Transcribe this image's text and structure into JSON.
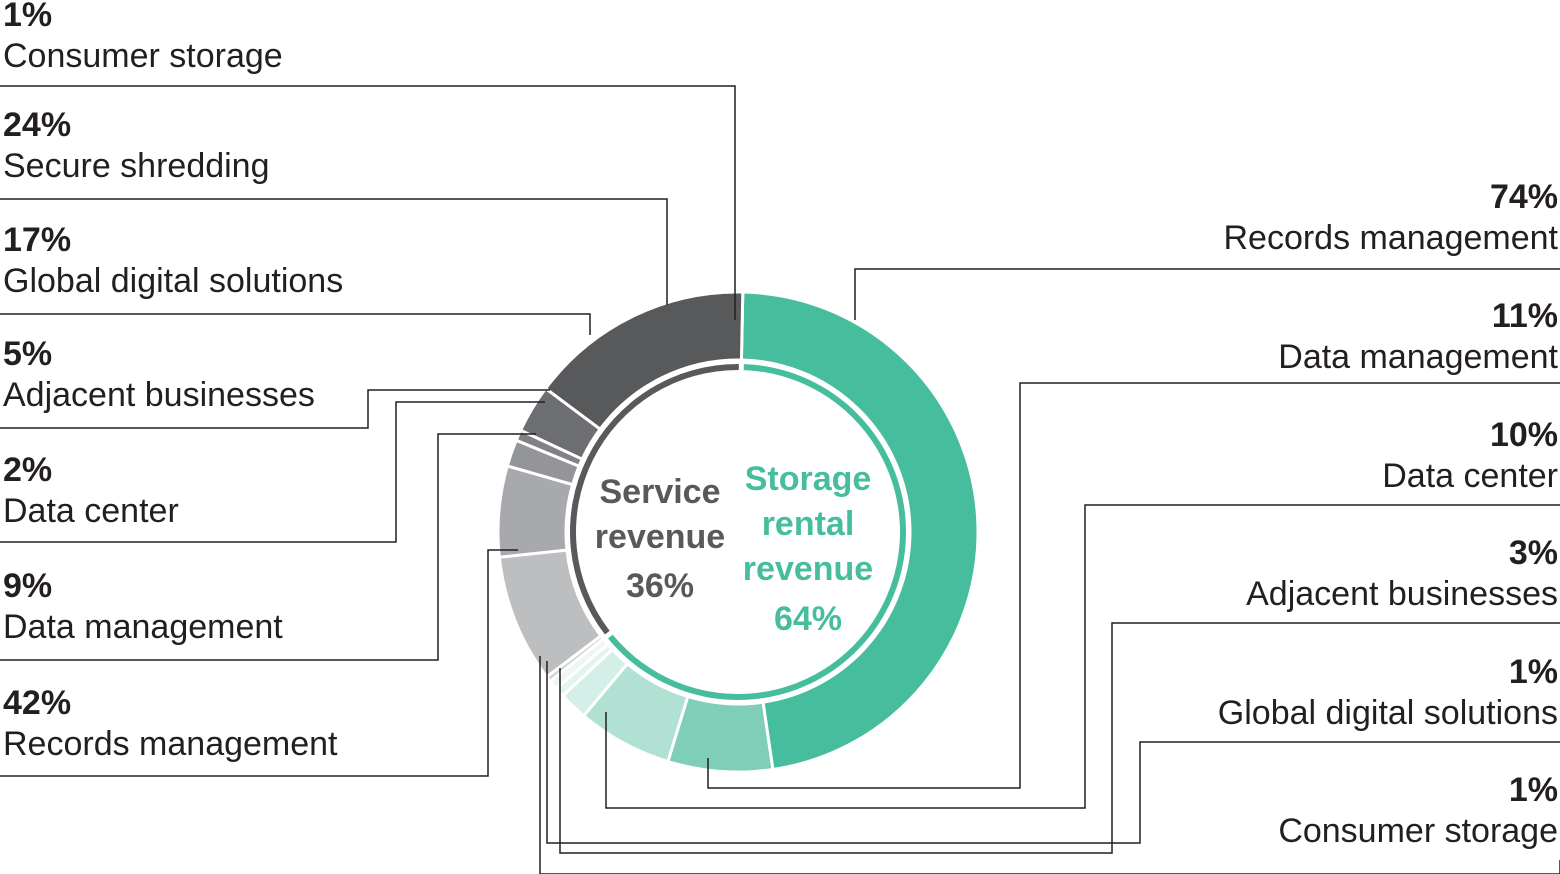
{
  "chart_data": {
    "type": "pie",
    "groups": [
      {
        "name": "Storage rental revenue",
        "center_line1": "Storage",
        "center_line2": "rental",
        "center_line3": "revenue",
        "share": "64%",
        "share_value": 64,
        "color": "#46bd9d",
        "segments": [
          {
            "label": "Records management",
            "pct": "74%",
            "value": 74,
            "color": "#46bd9d"
          },
          {
            "label": "Data management",
            "pct": "11%",
            "value": 11,
            "color": "#7fceb8"
          },
          {
            "label": "Data center",
            "pct": "10%",
            "value": 10,
            "color": "#b0e1d3"
          },
          {
            "label": "Adjacent businesses",
            "pct": "3%",
            "value": 3,
            "color": "#d3efe7"
          },
          {
            "label": "Global digital solutions",
            "pct": "1%",
            "value": 1,
            "color": "#e2f4ee"
          },
          {
            "label": "Consumer storage",
            "pct": "1%",
            "value": 1,
            "color": "#edf8f4"
          }
        ]
      },
      {
        "name": "Service revenue",
        "center_line1": "Service",
        "center_line2": "revenue",
        "share": "36%",
        "share_value": 36,
        "color": "#58595b",
        "segments": [
          {
            "label": "Records management",
            "pct": "42%",
            "value": 42,
            "color": "#58595b"
          },
          {
            "label": "Data management",
            "pct": "9%",
            "value": 9,
            "color": "#6d6e71"
          },
          {
            "label": "Data center",
            "pct": "2%",
            "value": 2,
            "color": "#808285"
          },
          {
            "label": "Adjacent businesses",
            "pct": "5%",
            "value": 5,
            "color": "#939598"
          },
          {
            "label": "Global digital solutions",
            "pct": "17%",
            "value": 17,
            "color": "#a7a9ac"
          },
          {
            "label": "Secure shredding",
            "pct": "24%",
            "value": 24,
            "color": "#bcbec0"
          },
          {
            "label": "Consumer storage",
            "pct": "1%",
            "value": 1,
            "color": "#d1d3d4"
          }
        ]
      }
    ]
  }
}
